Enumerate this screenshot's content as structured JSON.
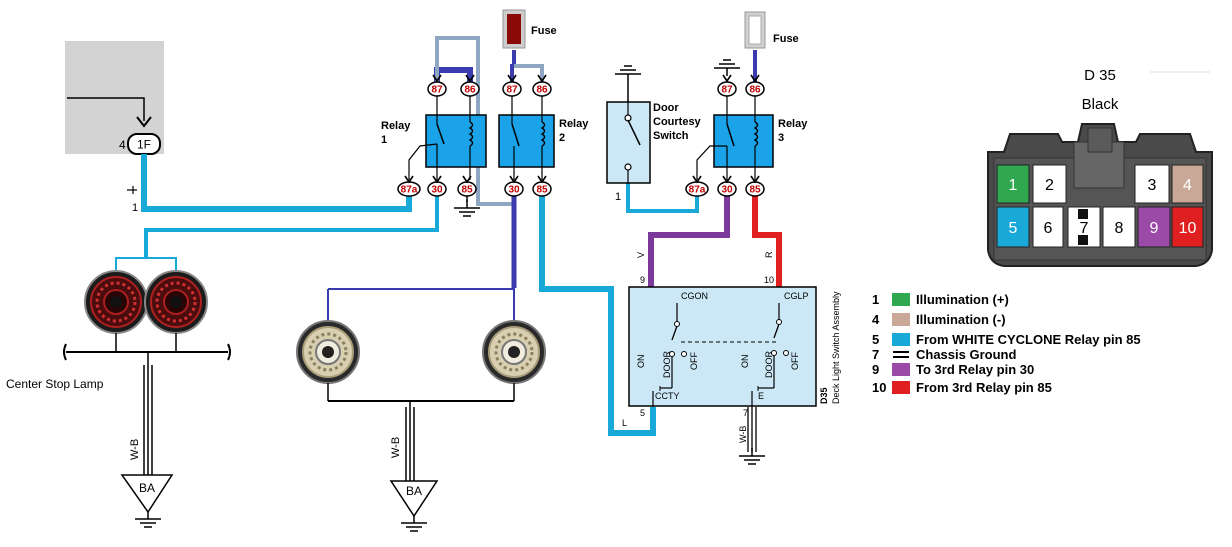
{
  "colors": {
    "wire_blue": "#19a9d9",
    "wire_navy": "#3b3bb0",
    "wire_purple": "#7b3a9a",
    "wire_red": "#e02020",
    "relay_fill": "#1aa3e8",
    "fuse1": "#8b0a0a",
    "fuse2": "#c8c8c8",
    "switch_fill": "#cce8f7",
    "grey_panel": "#d3d3d3"
  },
  "labels": {
    "fuse1": "Fuse",
    "fuse2": "Fuse",
    "relay1_name": "Relay",
    "relay1_num": "1",
    "relay2_name": "Relay",
    "relay2_num": "2",
    "relay3_name": "Relay",
    "relay3_num": "3",
    "door_l1": "Door",
    "door_l2": "Courtesy",
    "door_l3": "Switch",
    "door_pin": "1",
    "conn_num": "4",
    "conn_id": "1F",
    "conn_pin": "1",
    "center_stop": "Center Stop Lamp",
    "wb1": "W-B",
    "wb2": "W-B",
    "ba1": "BA",
    "ba2": "BA",
    "v_wire": "V",
    "v_pin": "9",
    "r_wire": "R",
    "r_pin": "10",
    "cgon": "CGON",
    "cglp": "CGLP",
    "on1": "ON",
    "door_t1": "DOOR",
    "off1": "OFF",
    "on2": "ON",
    "door_t2": "DOOR",
    "off2": "OFF",
    "cctty": "CCTY",
    "e_term": "E",
    "l_wire": "L",
    "pin5": "5",
    "pin7": "7",
    "wb3": "W-B",
    "d35_side": "D35",
    "deck_label": "Deck Light Switch Assembly"
  },
  "pins": {
    "r1": [
      "87",
      "86",
      "87a",
      "30",
      "85"
    ],
    "r2": [
      "87",
      "86",
      "30",
      "85"
    ],
    "r3": [
      "87",
      "86",
      "87a",
      "30",
      "85"
    ]
  },
  "connector": {
    "title": "D 35",
    "subtitle": "Black",
    "cells": [
      {
        "n": "1",
        "c": "#2fa84f"
      },
      {
        "n": "2",
        "c": "#ffffff"
      },
      {
        "n": "3",
        "c": "#ffffff"
      },
      {
        "n": "4",
        "c": "#c9a898"
      },
      {
        "n": "5",
        "c": "#19a9d9"
      },
      {
        "n": "6",
        "c": "#ffffff"
      },
      {
        "n": "7",
        "c": "#ffffff"
      },
      {
        "n": "8",
        "c": "#ffffff"
      },
      {
        "n": "9",
        "c": "#9b4aa8"
      },
      {
        "n": "10",
        "c": "#e02020"
      }
    ]
  },
  "legend": [
    {
      "num": "1",
      "color": "#2fa84f",
      "text": "Illumination (+)"
    },
    {
      "num": "4",
      "color": "#c9a898",
      "text": "Illumination (-)"
    },
    {
      "num": "5",
      "color": "#19a9d9",
      "text": "From WHITE CYCLONE Relay pin 85"
    },
    {
      "num": "7",
      "color": "bar",
      "text": "Chassis Ground"
    },
    {
      "num": "9",
      "color": "#9b4aa8",
      "text": "To 3rd Relay pin 30"
    },
    {
      "num": "10",
      "color": "#e02020",
      "text": "From 3rd Relay pin 85"
    }
  ]
}
